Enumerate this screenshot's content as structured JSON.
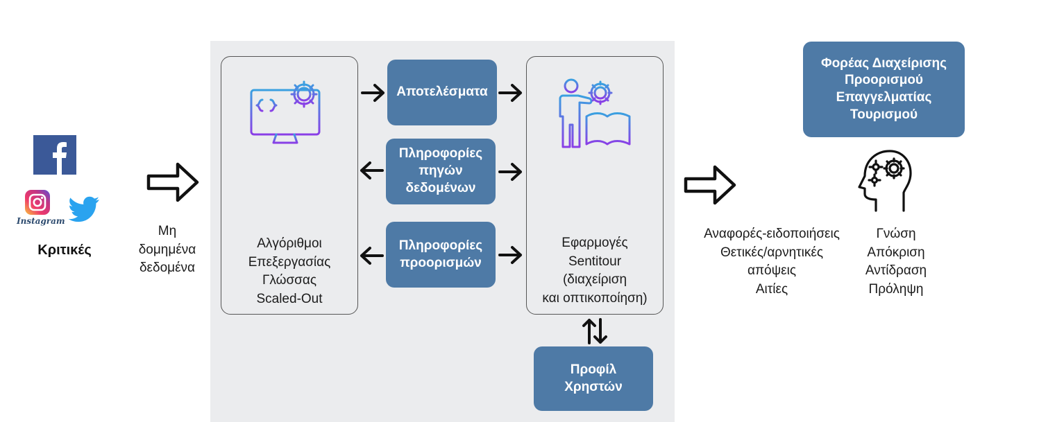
{
  "colors": {
    "panel": "#ebecee",
    "box_blue": "#4e7aa6",
    "icon_gradient_start": "#3aa0e0",
    "icon_gradient_end": "#8a3ee6"
  },
  "sources": {
    "facebook_icon": "facebook-icon",
    "instagram_icon": "instagram-icon",
    "instagram_wordmark": "Instagram",
    "twitter_icon": "twitter-icon",
    "label": "Κριτικές"
  },
  "input_label": "Μη\nδομημένα\nδεδομένα",
  "nlp_box": {
    "icon": "monitor-code-gear-icon",
    "label": "Αλγόριθμοι\nΕπεξεργασίας\nΓλώσσας\nScaled-Out"
  },
  "results_label": "Αποτελέσματα",
  "data_source_info_label": "Πληροφορίες\nπηγών\nδεδομένων",
  "destination_info_label": "Πληροφορίες\nπροορισμών",
  "app_box": {
    "icon": "person-book-gear-icon",
    "label": "Εφαρμογές\nSentitour\n(διαχείριση\nκαι οπτικοποίηση)"
  },
  "user_profiles_label": "Προφίλ\nΧρηστών",
  "outputs_label": "Αναφορές-ειδοποιήσεις\nΘετικές/αρνητικές\nαπόψεις\nΑιτίες",
  "stakeholders_label": "Φορέας Διαχείρισης\nΠροορισμού\nΕπαγγελματίας\nΤουρισμού",
  "head_icon": "head-gears-icon",
  "knowledge_label": "Γνώση\nΑπόκριση\nΑντίδραση\nΠρόληψη"
}
